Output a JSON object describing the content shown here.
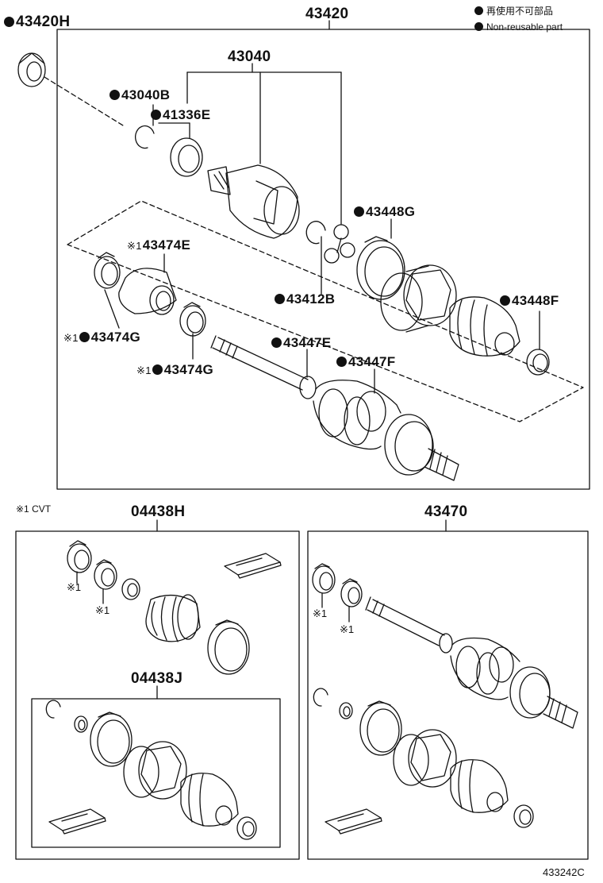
{
  "legend": {
    "line1": "再使用不可部品",
    "line2": "Non-reusable part"
  },
  "note": {
    "cvt": "※1 CVT"
  },
  "labels": {
    "p43420H": "43420H",
    "p43420": "43420",
    "p43040": "43040",
    "p43040B": "43040B",
    "p41336E": "41336E",
    "p43448G": "43448G",
    "p43474E": "43474E",
    "p43412B": "43412B",
    "p43448F": "43448F",
    "p43474G_a": "43474G",
    "p43447E": "43447E",
    "p43474G_b": "43474G",
    "p43447F": "43447F",
    "p04438H": "04438H",
    "p43470": "43470",
    "p04438J": "04438J"
  },
  "marks": {
    "m43474E": "※1",
    "m43474G_a": "※1",
    "m43474G_b": "※1",
    "m04438H_1": "※1",
    "m04438H_2": "※1",
    "m43470_1": "※1",
    "m43470_2": "※1"
  },
  "figure_code": "433242C"
}
